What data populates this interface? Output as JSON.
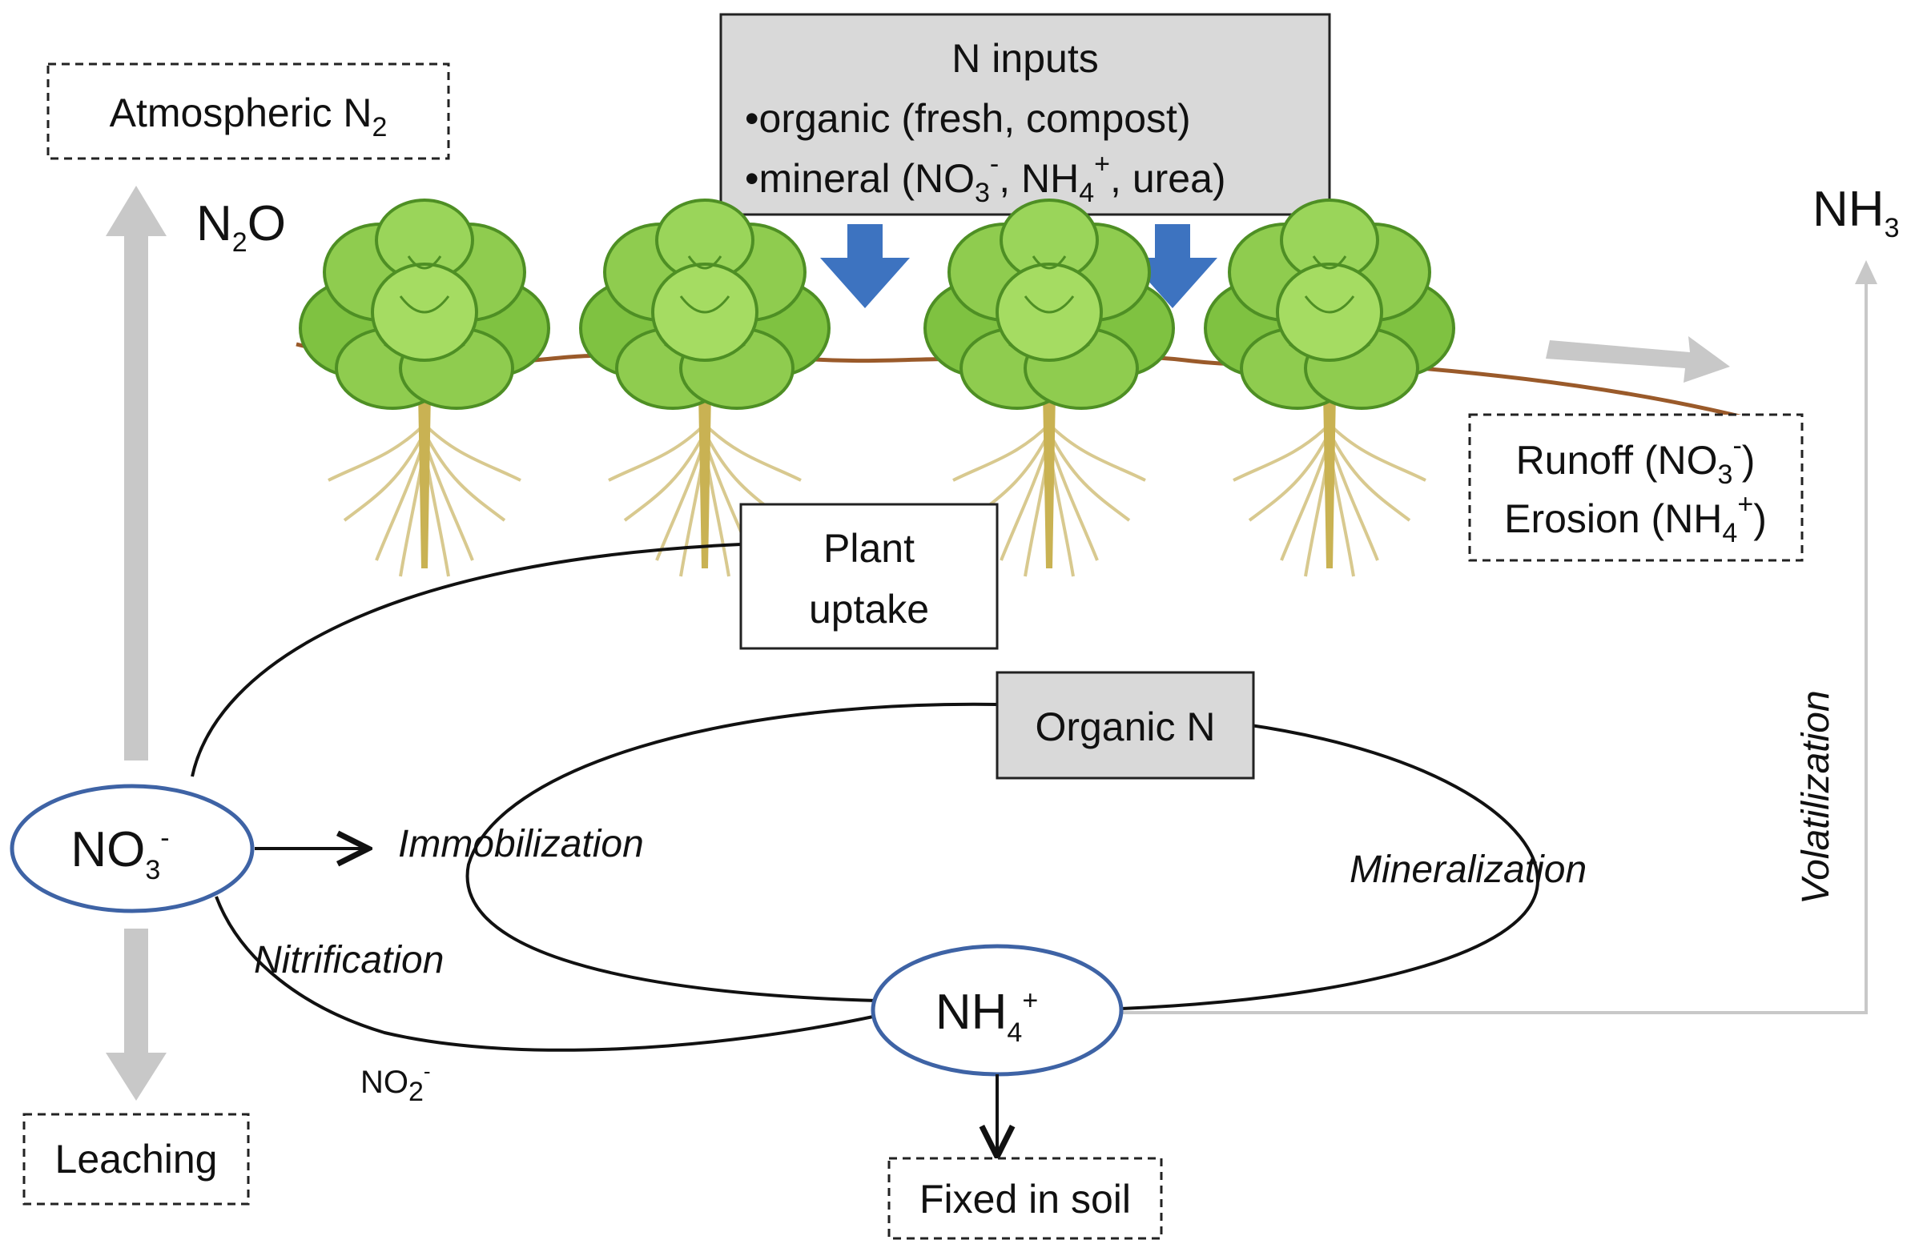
{
  "inputs": {
    "title": "N inputs",
    "bullet": "•",
    "organic": "organic (fresh, compost)",
    "mineral_prefix": "mineral (NO",
    "mineral_sub1": "3",
    "mineral_sup1": "-",
    "mineral_mid": ", NH",
    "mineral_sub2": "4",
    "mineral_sup2": "+",
    "mineral_suffix": ", urea)"
  },
  "atmospheric": {
    "text": "Atmospheric N",
    "sub": "2"
  },
  "n2o": {
    "text": "N",
    "sub": "2",
    "tail": "O"
  },
  "nh3": {
    "text": "NH",
    "sub": "3"
  },
  "runoff": {
    "line1_prefix": "Runoff (NO",
    "line1_sub": "3",
    "line1_sup": "-",
    "line1_suffix": ")",
    "line2_prefix": "Erosion (NH",
    "line2_sub": "4",
    "line2_sup": "+",
    "line2_suffix": ")"
  },
  "plant_uptake": {
    "line1": "Plant",
    "line2": "uptake"
  },
  "organic_n": "Organic N",
  "no3": {
    "text": "NO",
    "sub": "3",
    "sup": "-"
  },
  "nh4": {
    "text": "NH",
    "sub": "4",
    "sup": "+"
  },
  "processes": {
    "immobilization": "Immobilization",
    "mineralization": "Mineralization",
    "nitrification": "Nitrification",
    "volatilization": "Volatilization"
  },
  "no2": {
    "text": "NO",
    "sub": "2",
    "sup": "-"
  },
  "leaching": "Leaching",
  "fixed": "Fixed in soil",
  "colors": {
    "blue_arrow": "#3d73c0",
    "ellipse_stroke": "#3e63a5",
    "grey_box": "#d9d9d9",
    "grey_arrow": "#c8c8c8",
    "leaf": "#7fc241",
    "leaf_dark": "#4e8f24",
    "root": "#d8c98f",
    "soil_line": "#9a5a2a"
  }
}
